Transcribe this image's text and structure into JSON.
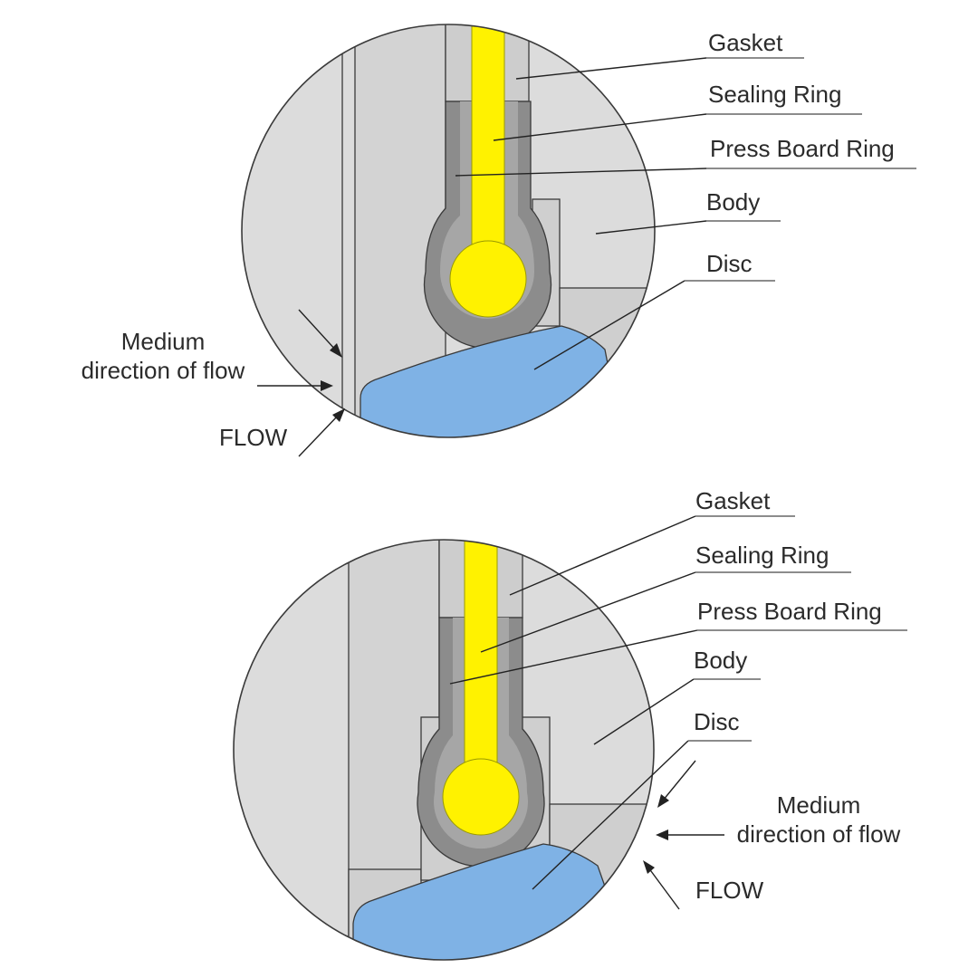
{
  "colors": {
    "body": "#dcdcdc",
    "body_dark": "#cfcfcf",
    "press_board_ring": "#8c8c8c",
    "sealing_ring": "#fff200",
    "disc": "#7fb2e5",
    "outline": "#3a3a3a"
  },
  "diagrams": [
    {
      "labels": {
        "gasket": "Gasket",
        "sealing_ring": "Sealing Ring",
        "press_board_ring": "Press Board Ring",
        "body": "Body",
        "disc": "Disc",
        "medium_line1": "Medium",
        "medium_line2": "direction of flow",
        "flow": "FLOW"
      }
    },
    {
      "labels": {
        "gasket": "Gasket",
        "sealing_ring": "Sealing Ring",
        "press_board_ring": "Press Board Ring",
        "body": "Body",
        "disc": "Disc",
        "medium_line1": "Medium",
        "medium_line2": "direction of flow",
        "flow": "FLOW"
      }
    }
  ]
}
